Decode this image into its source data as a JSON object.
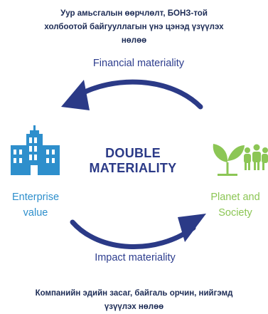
{
  "top_caption": {
    "line1": "Уур амьсгалын өөрчлөлт,  БОНЗ-той",
    "line2": "холбоотой байгууллагын үнэ цэнэд үзүүлэх",
    "line3": "нөлөө"
  },
  "financial_label": "Financial materiality",
  "center_title": {
    "line1": "DOUBLE",
    "line2": "MATERIALITY"
  },
  "enterprise_label": {
    "line1": "Enterprise",
    "line2": "value"
  },
  "planet_label": {
    "line1": "Planet and",
    "line2": "Society"
  },
  "impact_label": "Impact materiality",
  "bottom_caption": {
    "line1": "Компанийн эдийн засаг, байгаль орчин, нийгэмд",
    "line2": "үзүүлэх нөлөө"
  },
  "icons": [
    "office-building-icon",
    "plant-sprout-icon",
    "people-group-icon"
  ],
  "colors": {
    "arrow": "#2b3a87",
    "enterprise": "#2e8fcc",
    "planet": "#8cc655",
    "text_dark": "#1c2b55"
  }
}
